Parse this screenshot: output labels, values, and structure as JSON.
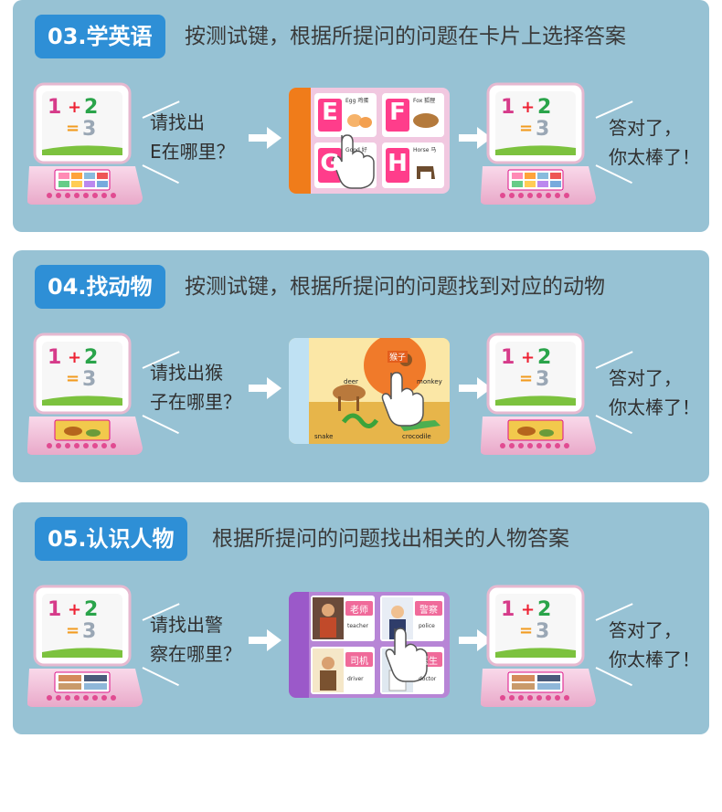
{
  "sections": [
    {
      "tag": "03.学英语",
      "desc": "按测试键，根据所提问的问题在卡片上选择答案",
      "question": [
        "请找出",
        "E在哪里？"
      ],
      "answer": [
        "答对了，",
        "你太棒了！"
      ],
      "card_letters": [
        "E",
        "F",
        "G",
        "H"
      ],
      "card_words": [
        "Egg 鸡蛋",
        "Fox 狐狸",
        "Good 好",
        "Horse 马"
      ]
    },
    {
      "tag": "04.找动物",
      "desc": "按测试键，根据所提问的问题找到对应的动物",
      "question": [
        "请找出猴",
        "子在哪里？"
      ],
      "answer": [
        "答对了，",
        "你太棒了！"
      ],
      "card_labels": [
        "猴子",
        "monkey",
        "deer",
        "snake",
        "crocodile"
      ]
    },
    {
      "tag": "05.认识人物",
      "desc": "根据所提问的问题找出相关的人物答案",
      "question": [
        "请找出警",
        "察在哪里？"
      ],
      "answer": [
        "答对了，",
        "你太棒了！"
      ],
      "card_people": [
        {
          "cn": "老师",
          "en": "teacher"
        },
        {
          "cn": "警察",
          "en": "police"
        },
        {
          "cn": "司机",
          "en": "driver"
        },
        {
          "cn": "医生",
          "en": "doctor"
        }
      ]
    }
  ],
  "device": {
    "math": [
      "1",
      "+",
      "2",
      "=",
      "3"
    ]
  },
  "colors": {
    "panel": "#97c2d4",
    "tag": "#2e8fd6",
    "device": "#f4c6dc"
  }
}
